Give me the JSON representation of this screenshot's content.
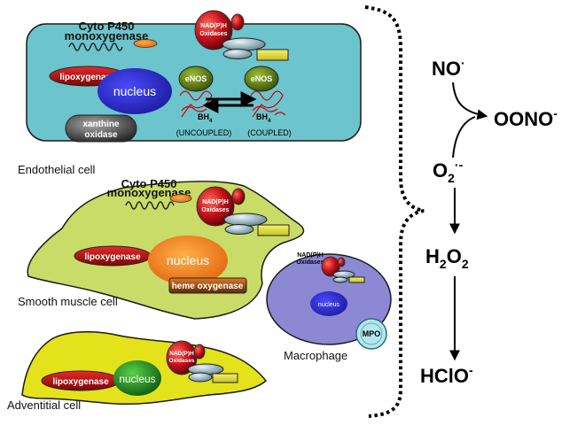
{
  "cells": {
    "endothelial": {
      "label": "Endothelial cell",
      "cyto_p450": [
        "Cyto P450",
        "monoxygenase"
      ],
      "nadph": [
        "NAD(P)H",
        "Oxidases"
      ],
      "lipoxygenase": "lipoxygenase",
      "nucleus": "nucleus",
      "enos_left": "eNOS",
      "enos_right": "eNOS",
      "bh4": "BH",
      "bh4_sub": "4",
      "uncoupled": "(UNCOUPLED)",
      "coupled": "(COUPLED)",
      "xanthine": [
        "xanthine",
        "oxidase"
      ]
    },
    "smooth_muscle": {
      "label": "Smooth muscle cell",
      "cyto_p450": [
        "Cyto P450",
        "monoxygenase"
      ],
      "nadph": [
        "NAD(P)H",
        "Oxidases"
      ],
      "lipoxygenase": "lipoxygenase",
      "nucleus": "nucleus",
      "heme": "heme oxygenase"
    },
    "macrophage": {
      "label": "Macrophage",
      "nadph": [
        "NAD(P)H",
        "Oxidases"
      ],
      "nucleus": "nucleus",
      "mpo": "MPO"
    },
    "adventitial": {
      "label": "Adventitial cell",
      "nadph": [
        "NAD(P)H",
        "Oxidases"
      ],
      "lipoxygenase": "lipoxygenase",
      "nucleus": "nucleus"
    }
  },
  "pathway": {
    "no": "NO",
    "no_sup": "·",
    "oono": "OONO",
    "oono_sup": "-",
    "o2": "O",
    "o2_sub": "2",
    "o2_sup": "·-",
    "h2o2_a": "H",
    "h2o2_b": "2",
    "h2o2_c": "O",
    "h2o2_d": "2",
    "hclo": "HClO",
    "hclo_sup": "-"
  },
  "colors": {
    "endothelial_fill": "#6cc4cc",
    "smooth_muscle_fill": "#c9dc68",
    "adventitial_fill": "#e4e21a",
    "macrophage_fill": "#8c88d4",
    "lipoxygenase": "#c0121a",
    "nucleus_blue": "#2e2ec8",
    "nucleus_orange": "#f07a10",
    "nucleus_green": "#1f8a1f",
    "enos": "#5a7a10"
  }
}
